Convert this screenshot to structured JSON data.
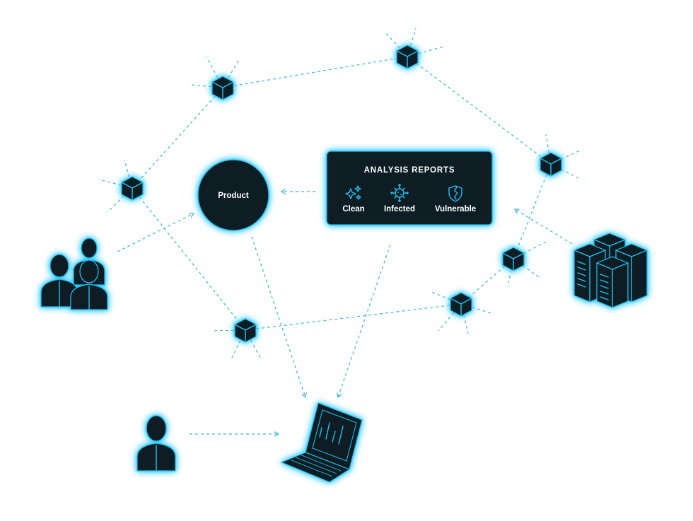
{
  "product": {
    "label": "Product"
  },
  "reports": {
    "title": "ANALYSIS REPORTS",
    "items": [
      {
        "label": "Clean",
        "icon": "sparkle-icon"
      },
      {
        "label": "Infected",
        "icon": "virus-icon"
      },
      {
        "label": "Vulnerable",
        "icon": "broken-shield-icon"
      }
    ]
  },
  "colors": {
    "accent": "#22c2ef",
    "dark": "#0e1d24",
    "line": "#36b4e0"
  }
}
